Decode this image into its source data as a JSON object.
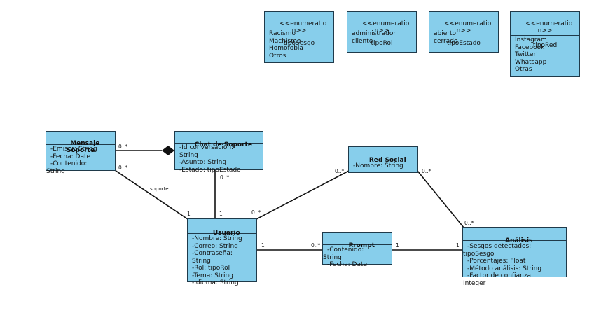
{
  "colors": {
    "box_fill": "#87ceeb",
    "box_border": "#1f3a4a",
    "line": "#111111"
  },
  "enumerations": [
    {
      "id": "enum-tiposesgo",
      "stereotype": "<<enumeratio\nn>>",
      "name": "tipoSesgo",
      "values": [
        "Racismo",
        "Machismo",
        "Homofobia",
        "Otros"
      ]
    },
    {
      "id": "enum-tiporol",
      "stereotype": "<<enumeratio\nn>>",
      "name": "tipoRol",
      "values": [
        "administrador",
        "cliente"
      ]
    },
    {
      "id": "enum-tipoestado",
      "stereotype": "<<enumeratio\nn>>",
      "name": "tipoEstado",
      "values": [
        "abierto",
        "cerrado"
      ]
    },
    {
      "id": "enum-tipored",
      "stereotype": "<<enumeratio\nn>>",
      "name": "tipoRed",
      "values": [
        "Instagram",
        "Facebook",
        "Twitter",
        "Whatsapp",
        "Otras"
      ]
    }
  ],
  "classes": [
    {
      "id": "class-mensaje-soporte",
      "name": "Mensaje\nSoporte",
      "attributes": [
        "-Emisor: String",
        "-Fecha: Date",
        "-Contenido:",
        "String"
      ]
    },
    {
      "id": "class-chat-soporte",
      "name": "Chat de Soporte",
      "attributes": [
        "-Id conversación:",
        "String",
        "-Asunto: String",
        "-Estado: tipoEstado"
      ]
    },
    {
      "id": "class-red-social",
      "name": "Red Social",
      "attributes": [
        "-Nombre: String"
      ]
    },
    {
      "id": "class-usuario",
      "name": "Usuario",
      "attributes": [
        "-Nombre: String",
        "-Correo: String",
        "-Contraseña:",
        "String",
        "-Rol: tipoRol",
        "-Tema: String",
        "-Idioma: String"
      ]
    },
    {
      "id": "class-prompt",
      "name": "Prompt",
      "attributes": [
        "-Contenido:",
        "String",
        "-Fecha: Date"
      ]
    },
    {
      "id": "class-analisis",
      "name": "Análisis",
      "attributes": [
        "-Sesgos detectados:",
        "tipoSesgo",
        "-Porcentajes: Float",
        "-Método análisis: String",
        "-Factor de confianza:",
        "Integer"
      ]
    }
  ],
  "associations": {
    "mensaje_chat": {
      "mult_mensaje": "0..*"
    },
    "mensaje_usuario": {
      "mult_mensaje": "0..*",
      "label": "soporte",
      "mult_usuario": "1"
    },
    "chat_usuario": {
      "mult_chat": "0..*",
      "mult_usuario": "1"
    },
    "usuario_red": {
      "mult_usuario": "0..*",
      "mult_red": "0..*"
    },
    "usuario_prompt": {
      "mult_usuario": "1",
      "mult_prompt": "0..*"
    },
    "prompt_analisis": {
      "mult_prompt": "1",
      "mult_analisis": "1"
    },
    "red_analisis": {
      "mult_red": "0..*",
      "mult_analisis": "0..*"
    }
  }
}
